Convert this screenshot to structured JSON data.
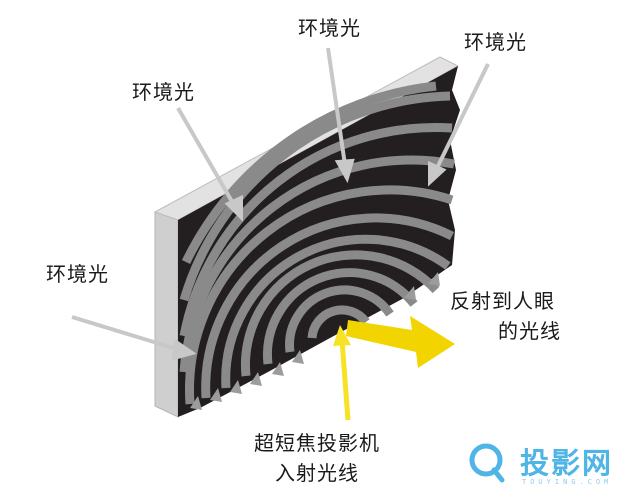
{
  "labels": {
    "ambient_top_center": "环境光",
    "ambient_top_right": "环境光",
    "ambient_upper_left": "环境光",
    "ambient_left": "环境光",
    "reflected_line1": "反射到人眼",
    "reflected_line2": "的光线",
    "incident_line1": "超短焦投影机",
    "incident_line2": "入射光线"
  },
  "logo": {
    "text": "投影网",
    "subtext": "TOUYING.COM"
  },
  "colors": {
    "panel_dark": "#231f20",
    "ridge_gray": "#8a8a8a",
    "panel_edge": "#cfcfcf",
    "ambient_arrow": "#c8c8c8",
    "projector_arrow": "#f7e225",
    "reflect_arrow": "#f2d500",
    "logo_blue": "#4fb4e6"
  }
}
